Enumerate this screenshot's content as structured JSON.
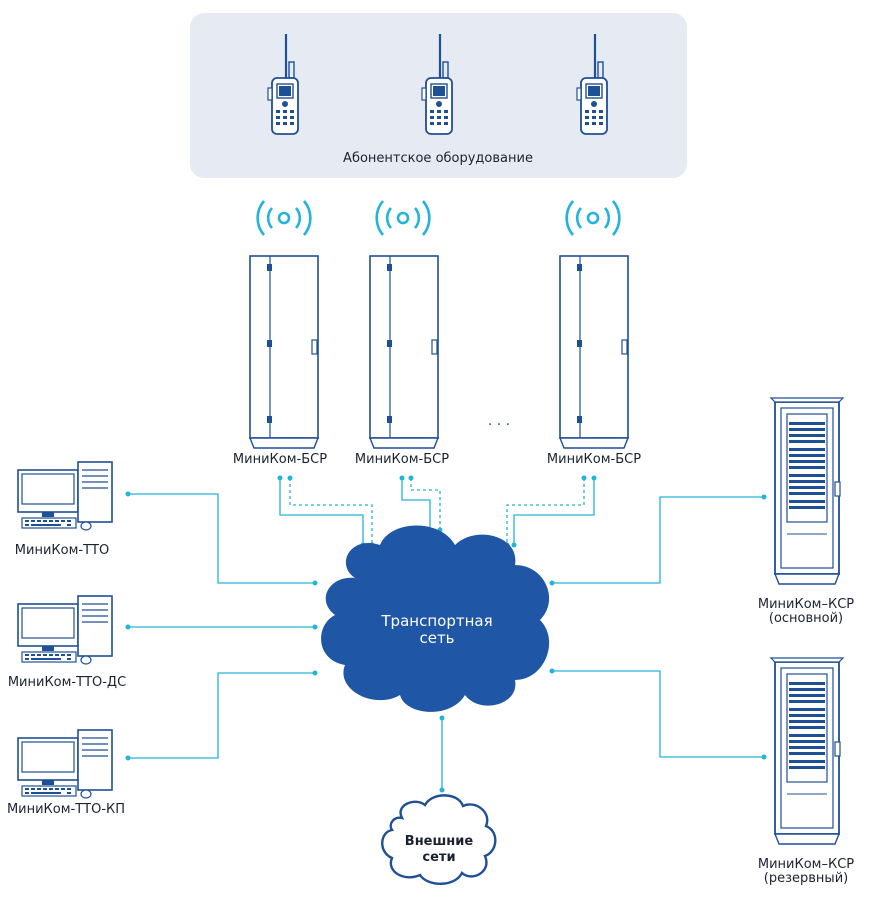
{
  "subscriber_area": {
    "label": "Абонентское оборудование"
  },
  "base_stations": [
    {
      "label": "МиниКом-БСР"
    },
    {
      "label": "МиниКом-БСР"
    },
    {
      "label": "МиниКом-БСР"
    }
  ],
  "ellipsis": "· · ·",
  "workstations": [
    {
      "label": "МиниКом-ТТО"
    },
    {
      "label": "МиниКом-ТТО-ДС"
    },
    {
      "label": "МиниКом-ТТО-КП"
    }
  ],
  "core_servers": [
    {
      "line1": "МиниКом–КСР",
      "line2": "(основной)"
    },
    {
      "line1": "МиниКом–КСР",
      "line2": "(резервный)"
    }
  ],
  "transport_network": {
    "line1": "Транспортная",
    "line2": "сеть"
  },
  "external_networks": {
    "line1": "Внешние",
    "line2": "сети"
  },
  "colors": {
    "panel_bg": "#e6ebf3",
    "cloud_fill": "#1f56a6",
    "link_line": "#24b4d6",
    "radio_waves": "#23b4dc",
    "equipment_stroke": "#1f4f95"
  },
  "icons": [
    "handheld-radio-icon",
    "radio-waves-icon",
    "cabinet-icon",
    "desktop-computer-icon",
    "server-rack-icon",
    "cloud-icon"
  ]
}
